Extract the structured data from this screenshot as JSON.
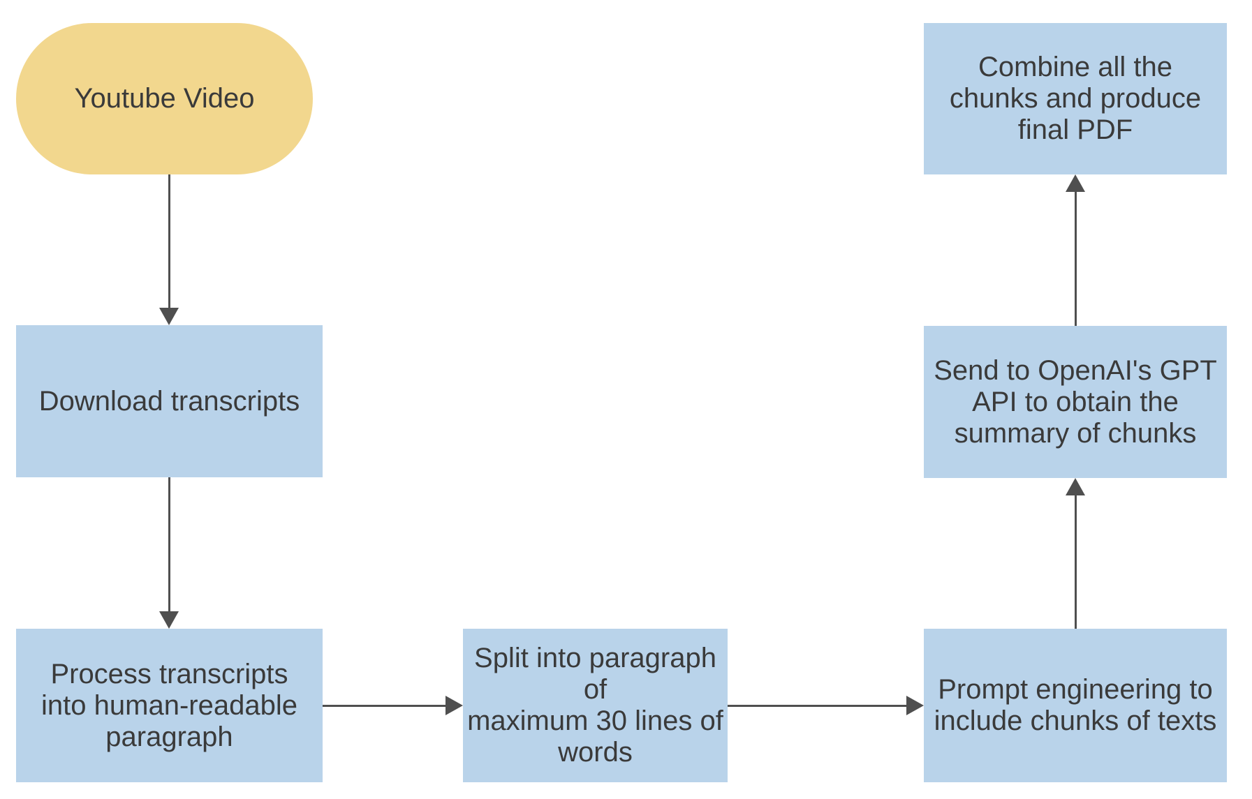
{
  "diagram": {
    "type": "flowchart",
    "background": "#ffffff",
    "nodes": [
      {
        "id": "youtube-video",
        "shape": "terminal",
        "fill": "#f2d78e",
        "label": "Youtube Video"
      },
      {
        "id": "download-transcripts",
        "shape": "process",
        "fill": "#b9d3ea",
        "label": "Download transcripts"
      },
      {
        "id": "process-transcripts",
        "shape": "process",
        "fill": "#b9d3ea",
        "label": "Process transcripts\ninto human-readable\nparagraph"
      },
      {
        "id": "split-into-paragraphs",
        "shape": "process",
        "fill": "#b9d3ea",
        "label": "Split into paragraph of\nmaximum 30 lines of\nwords"
      },
      {
        "id": "prompt-engineering",
        "shape": "process",
        "fill": "#b9d3ea",
        "label": "Prompt engineering to\ninclude chunks of texts"
      },
      {
        "id": "send-to-openai-gpt",
        "shape": "process",
        "fill": "#b9d3ea",
        "label": "Send to OpenAI's GPT\nAPI to obtain the\nsummary of chunks"
      },
      {
        "id": "combine-chunks",
        "shape": "process",
        "fill": "#b9d3ea",
        "label": "Combine all the\nchunks and produce\nfinal PDF"
      }
    ],
    "edges": [
      {
        "from": "youtube-video",
        "to": "download-transcripts",
        "direction": "down"
      },
      {
        "from": "download-transcripts",
        "to": "process-transcripts",
        "direction": "down"
      },
      {
        "from": "process-transcripts",
        "to": "split-into-paragraphs",
        "direction": "right"
      },
      {
        "from": "split-into-paragraphs",
        "to": "prompt-engineering",
        "direction": "right"
      },
      {
        "from": "prompt-engineering",
        "to": "send-to-openai-gpt",
        "direction": "up"
      },
      {
        "from": "send-to-openai-gpt",
        "to": "combine-chunks",
        "direction": "up"
      }
    ],
    "colors": {
      "terminal_fill": "#f2d78e",
      "process_fill": "#b9d3ea",
      "arrow": "#4f4f4f",
      "text": "#3a3a3a",
      "background": "#ffffff"
    }
  }
}
